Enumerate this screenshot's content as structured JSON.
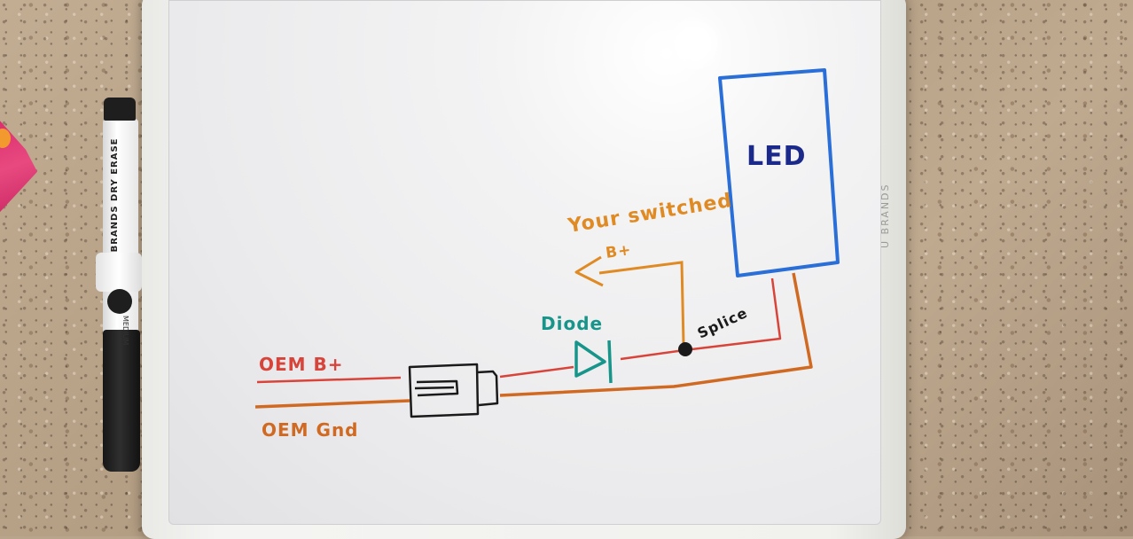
{
  "labels": {
    "led": "LED",
    "your_switched": "Your switched",
    "b_plus": "B+",
    "diode": "Diode",
    "splice": "Splice",
    "oem_b_plus": "OEM B+",
    "oem_gnd": "OEM Gnd"
  },
  "board_brand": "U BRANDS",
  "marker": {
    "brand": "U BRANDS DRY ERASE",
    "size": "MEDIUM"
  },
  "colors": {
    "blue_marker": "#2a6fd8",
    "navy_marker": "#1b2a8a",
    "orange_marker": "#e08a24",
    "brown_orange_marker": "#d06a22",
    "red_marker": "#d8443a",
    "teal_marker": "#18958a",
    "black_marker": "#1a1a1a"
  },
  "icons": {
    "diode": "diode-symbol-icon",
    "connector": "connector-plug-icon",
    "splice_point": "splice-dot-icon",
    "arrow": "arrow-left-icon"
  }
}
